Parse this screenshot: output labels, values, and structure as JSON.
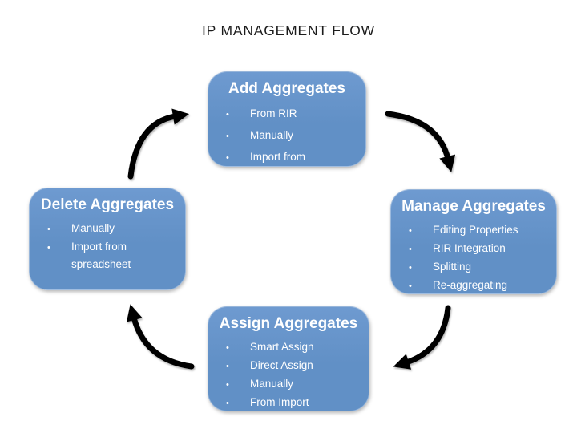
{
  "title": "IP MANAGEMENT FLOW",
  "glyphs": {
    "bullet": "•"
  },
  "colors": {
    "background": "#FFFFFF",
    "title_text": "#1C1C1C",
    "node_fill": "#6190C6",
    "node_fill_top": "#6E9AD0",
    "node_text": "#FFFFFF",
    "arrow": "#000000"
  },
  "nodes": [
    {
      "title": "Add Aggregates",
      "items": [
        "From RIR",
        "Manually",
        "Import from spreadsheet"
      ]
    },
    {
      "title": "Manage Aggregates",
      "items": [
        "Editing Properties",
        "RIR Integration",
        "Splitting",
        "Re-aggregating"
      ]
    },
    {
      "title": "Assign Aggregates",
      "items": [
        "Smart Assign",
        "Direct Assign",
        "Manually",
        "From Import"
      ]
    },
    {
      "title": "Delete Aggregates",
      "items": [
        "Manually",
        "Import from spreadsheet"
      ]
    }
  ],
  "arrows": [
    {
      "from": "Add Aggregates",
      "to": "Manage Aggregates"
    },
    {
      "from": "Manage Aggregates",
      "to": "Assign Aggregates"
    },
    {
      "from": "Assign Aggregates",
      "to": "Delete Aggregates"
    },
    {
      "from": "Delete Aggregates",
      "to": "Add Aggregates"
    }
  ]
}
